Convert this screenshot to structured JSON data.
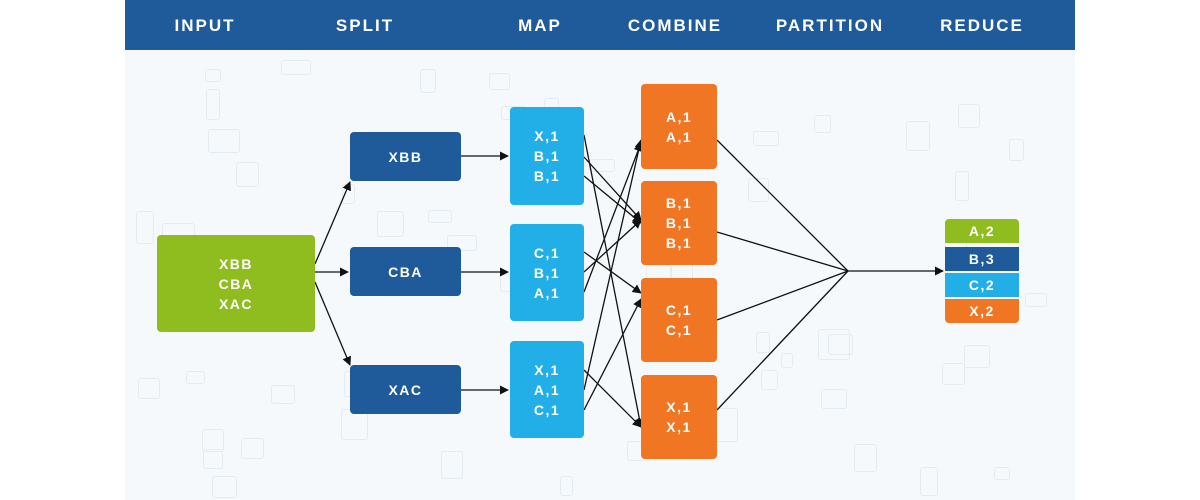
{
  "stages": [
    "INPUT",
    "SPLIT",
    "MAP",
    "COMBINE",
    "PARTITION",
    "REDUCE"
  ],
  "input": [
    "XBB",
    "CBA",
    "XAC"
  ],
  "split": [
    "XBB",
    "CBA",
    "XAC"
  ],
  "map": [
    [
      "X,1",
      "B,1",
      "B,1"
    ],
    [
      "C,1",
      "B,1",
      "A,1"
    ],
    [
      "X,1",
      "A,1",
      "C,1"
    ]
  ],
  "combine": [
    [
      "A,1",
      "A,1"
    ],
    [
      "B,1",
      "B,1",
      "B,1"
    ],
    [
      "C,1",
      "C,1"
    ],
    [
      "X,1",
      "X,1"
    ]
  ],
  "reduce": [
    {
      "label": "A,2",
      "color": "#8fbc1e"
    },
    {
      "label": "B,3",
      "color": "#1f5b9a"
    },
    {
      "label": "C,2",
      "color": "#22aee6"
    },
    {
      "label": "X,2",
      "color": "#f07623"
    }
  ],
  "colors": {
    "header": "#1f5b9a",
    "input": "#8fbc1e",
    "split": "#1f5b9a",
    "map": "#22aee6",
    "combine": "#f07623"
  }
}
